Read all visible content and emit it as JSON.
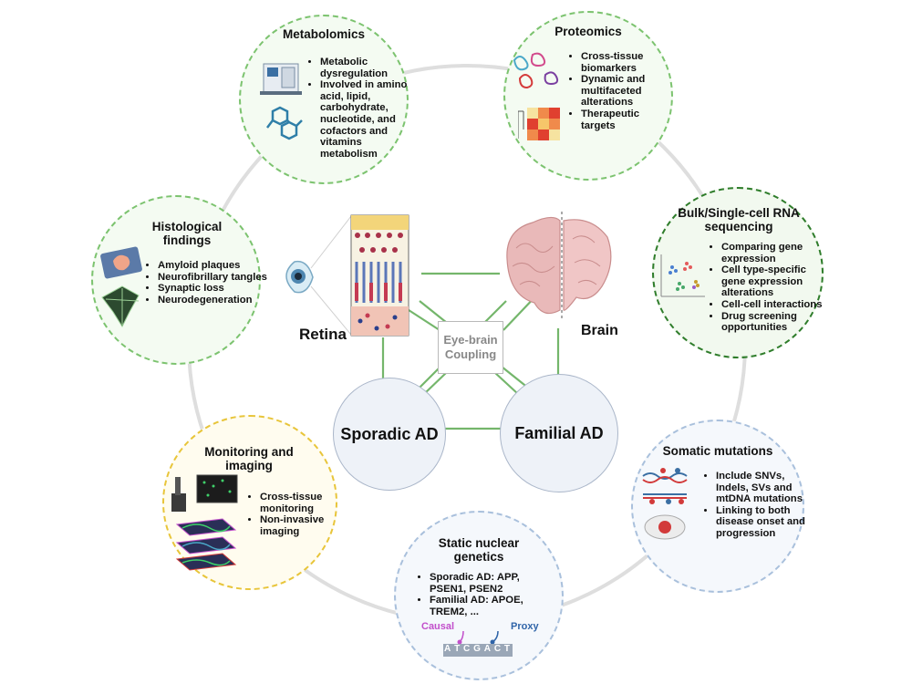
{
  "center": {
    "coupling": [
      "Eye-brain",
      "Coupling"
    ],
    "retina_label": "Retina",
    "brain_label": "Brain",
    "sporadic": "Sporadic AD",
    "familial": "Familial AD"
  },
  "bubbles": {
    "metabolomics": {
      "title": "Metabolomics",
      "items": [
        "Metabolic dysregulation",
        "Involved in amino acid, lipid, carbohydrate, nucleotide, and cofactors and vitamins metabolism"
      ]
    },
    "proteomics": {
      "title": "Proteomics",
      "items": [
        "Cross-tissue biomarkers",
        "Dynamic and multifaceted alterations",
        "Therapeutic targets"
      ]
    },
    "rnaseq": {
      "title": "Bulk/Single-cell RNA sequencing",
      "items": [
        "Comparing gene expression",
        "Cell type-specific gene expression alterations",
        "Cell-cell interactions",
        "Drug screening opportunities"
      ]
    },
    "somatic": {
      "title": "Somatic mutations",
      "items": [
        "Include SNVs, Indels, SVs and mtDNA mutations",
        "Linking to both disease onset and progression"
      ]
    },
    "static": {
      "title": "Static nuclear genetics",
      "items": [
        "Sporadic AD: APP, PSEN1, PSEN2",
        "Familial AD: APOE, TREM2, ..."
      ],
      "causal": "Causal",
      "proxy": "Proxy",
      "bases": [
        "A",
        "T",
        "C",
        "G",
        "A",
        "C",
        "T"
      ]
    },
    "monitoring": {
      "title": "Monitoring and imaging",
      "items": [
        "Cross-tissue monitoring",
        "Non-invasive imaging"
      ]
    },
    "histological": {
      "title": "Histological findings",
      "items": [
        "Amyloid plaques",
        "Neurofibrillary tangles",
        "Synaptic loss",
        "Neurodegeneration"
      ]
    }
  },
  "colors": {
    "green_border": "#7cc36f",
    "green_fill": "#f4fbf2",
    "yellow_border": "#e8c53a",
    "yellow_fill": "#fffcef",
    "blue_border": "#a9c0dc",
    "blue_fill": "#f5f8fc",
    "ring": "#dcdcdc",
    "connector": "#74b66b",
    "causal": "#c24fcb",
    "proxy": "#2f64a8"
  }
}
